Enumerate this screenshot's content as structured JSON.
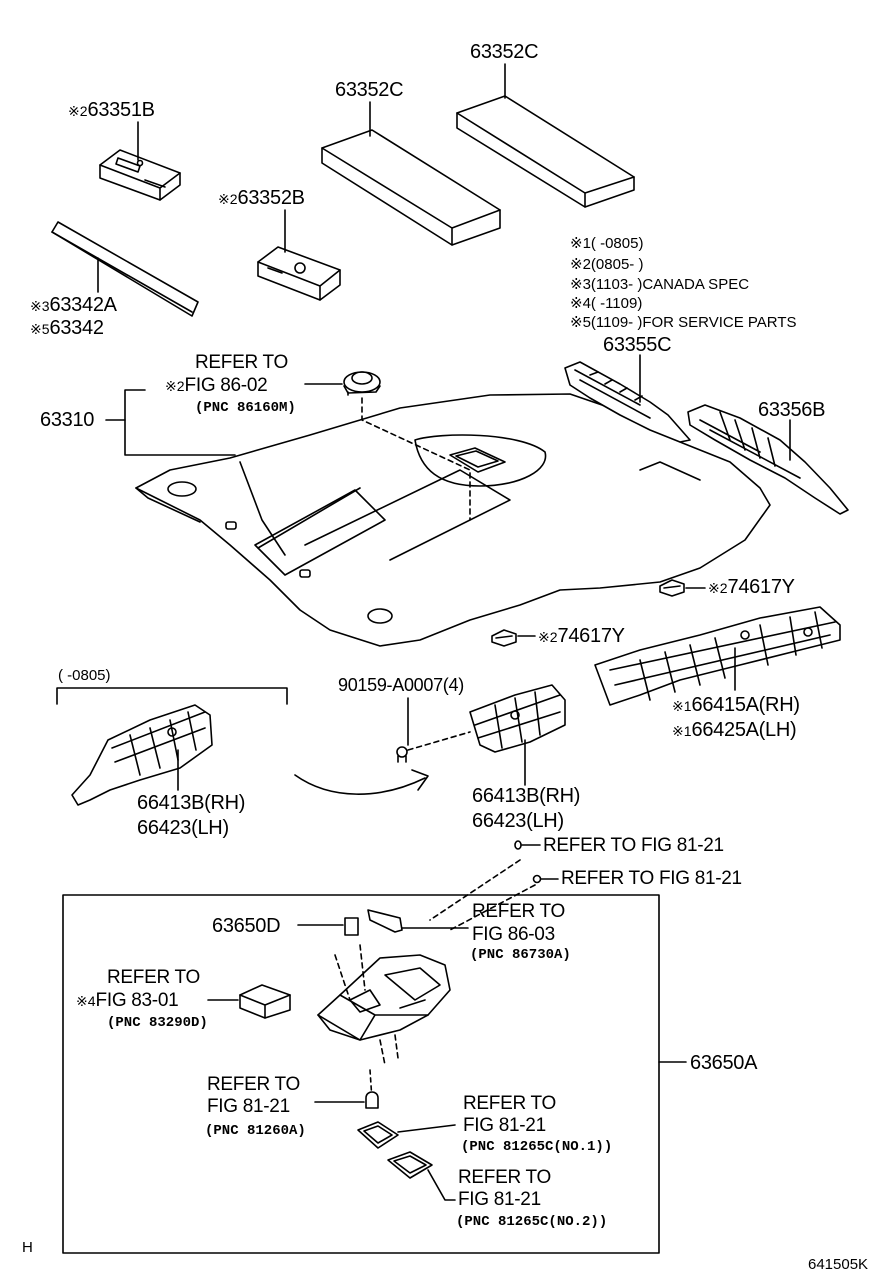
{
  "parts": {
    "p63351B": {
      "mark": "※2",
      "num": "63351B"
    },
    "p63352C_a": "63352C",
    "p63352C_b": "63352C",
    "p63352B": {
      "mark": "※2",
      "num": "63352B"
    },
    "p63342A": {
      "mark": "※3",
      "num": "63342A"
    },
    "p63342": {
      "mark": "※5",
      "num": "63342"
    },
    "p63310": "63310",
    "p63355C": "63355C",
    "p63356B": "63356B",
    "p74617Y_a": {
      "mark": "※2",
      "num": "74617Y"
    },
    "p74617Y_b": {
      "mark": "※2",
      "num": "74617Y"
    },
    "p66415A": {
      "mark": "※1",
      "num": "66415A(RH)"
    },
    "p66425A": {
      "mark": "※1",
      "num": "66425A(LH)"
    },
    "p66413B_l": "66413B(RH)",
    "p66423_l": "66423(LH)",
    "p66413B_r": "66413B(RH)",
    "p66423_r": "66423(LH)",
    "p90159": "90159-A0007(4)",
    "p63650D": "63650D",
    "p63650A": "63650A"
  },
  "range_label": "(     -0805)",
  "legend": [
    {
      "mark": "※1",
      "text": "(      -0805)"
    },
    {
      "mark": "※2",
      "text": "(0805-      )"
    },
    {
      "mark": "※3",
      "text": "(1103-      )CANADA SPEC"
    },
    {
      "mark": "※4",
      "text": "(      -1109)"
    },
    {
      "mark": "※5",
      "text": "(1109-      )FOR SERVICE PARTS"
    }
  ],
  "refs": {
    "r86_02": {
      "mark": "※2",
      "l1": "REFER TO",
      "l2": "FIG 86-02",
      "pnc": "(PNC 86160M)"
    },
    "r81_21_a": "REFER TO FIG 81-21",
    "r81_21_b": "REFER TO FIG 81-21",
    "r86_03": {
      "l1": "REFER TO",
      "l2": "FIG 86-03",
      "pnc": "(PNC 86730A)"
    },
    "r83_01": {
      "mark": "※4",
      "l1": "REFER TO",
      "l2": "FIG 83-01",
      "pnc": "(PNC 83290D)"
    },
    "r81260A": {
      "l1": "REFER TO",
      "l2": "FIG 81-21",
      "pnc": "(PNC 81260A)"
    },
    "r81265C_1": {
      "l1": "REFER TO",
      "l2": "FIG 81-21",
      "pnc": "(PNC 81265C(NO.1))"
    },
    "r81265C_2": {
      "l1": "REFER TO",
      "l2": "FIG 81-21",
      "pnc": "(PNC 81265C(NO.2))"
    }
  },
  "corner_left": "H",
  "figure_id": "641505K"
}
